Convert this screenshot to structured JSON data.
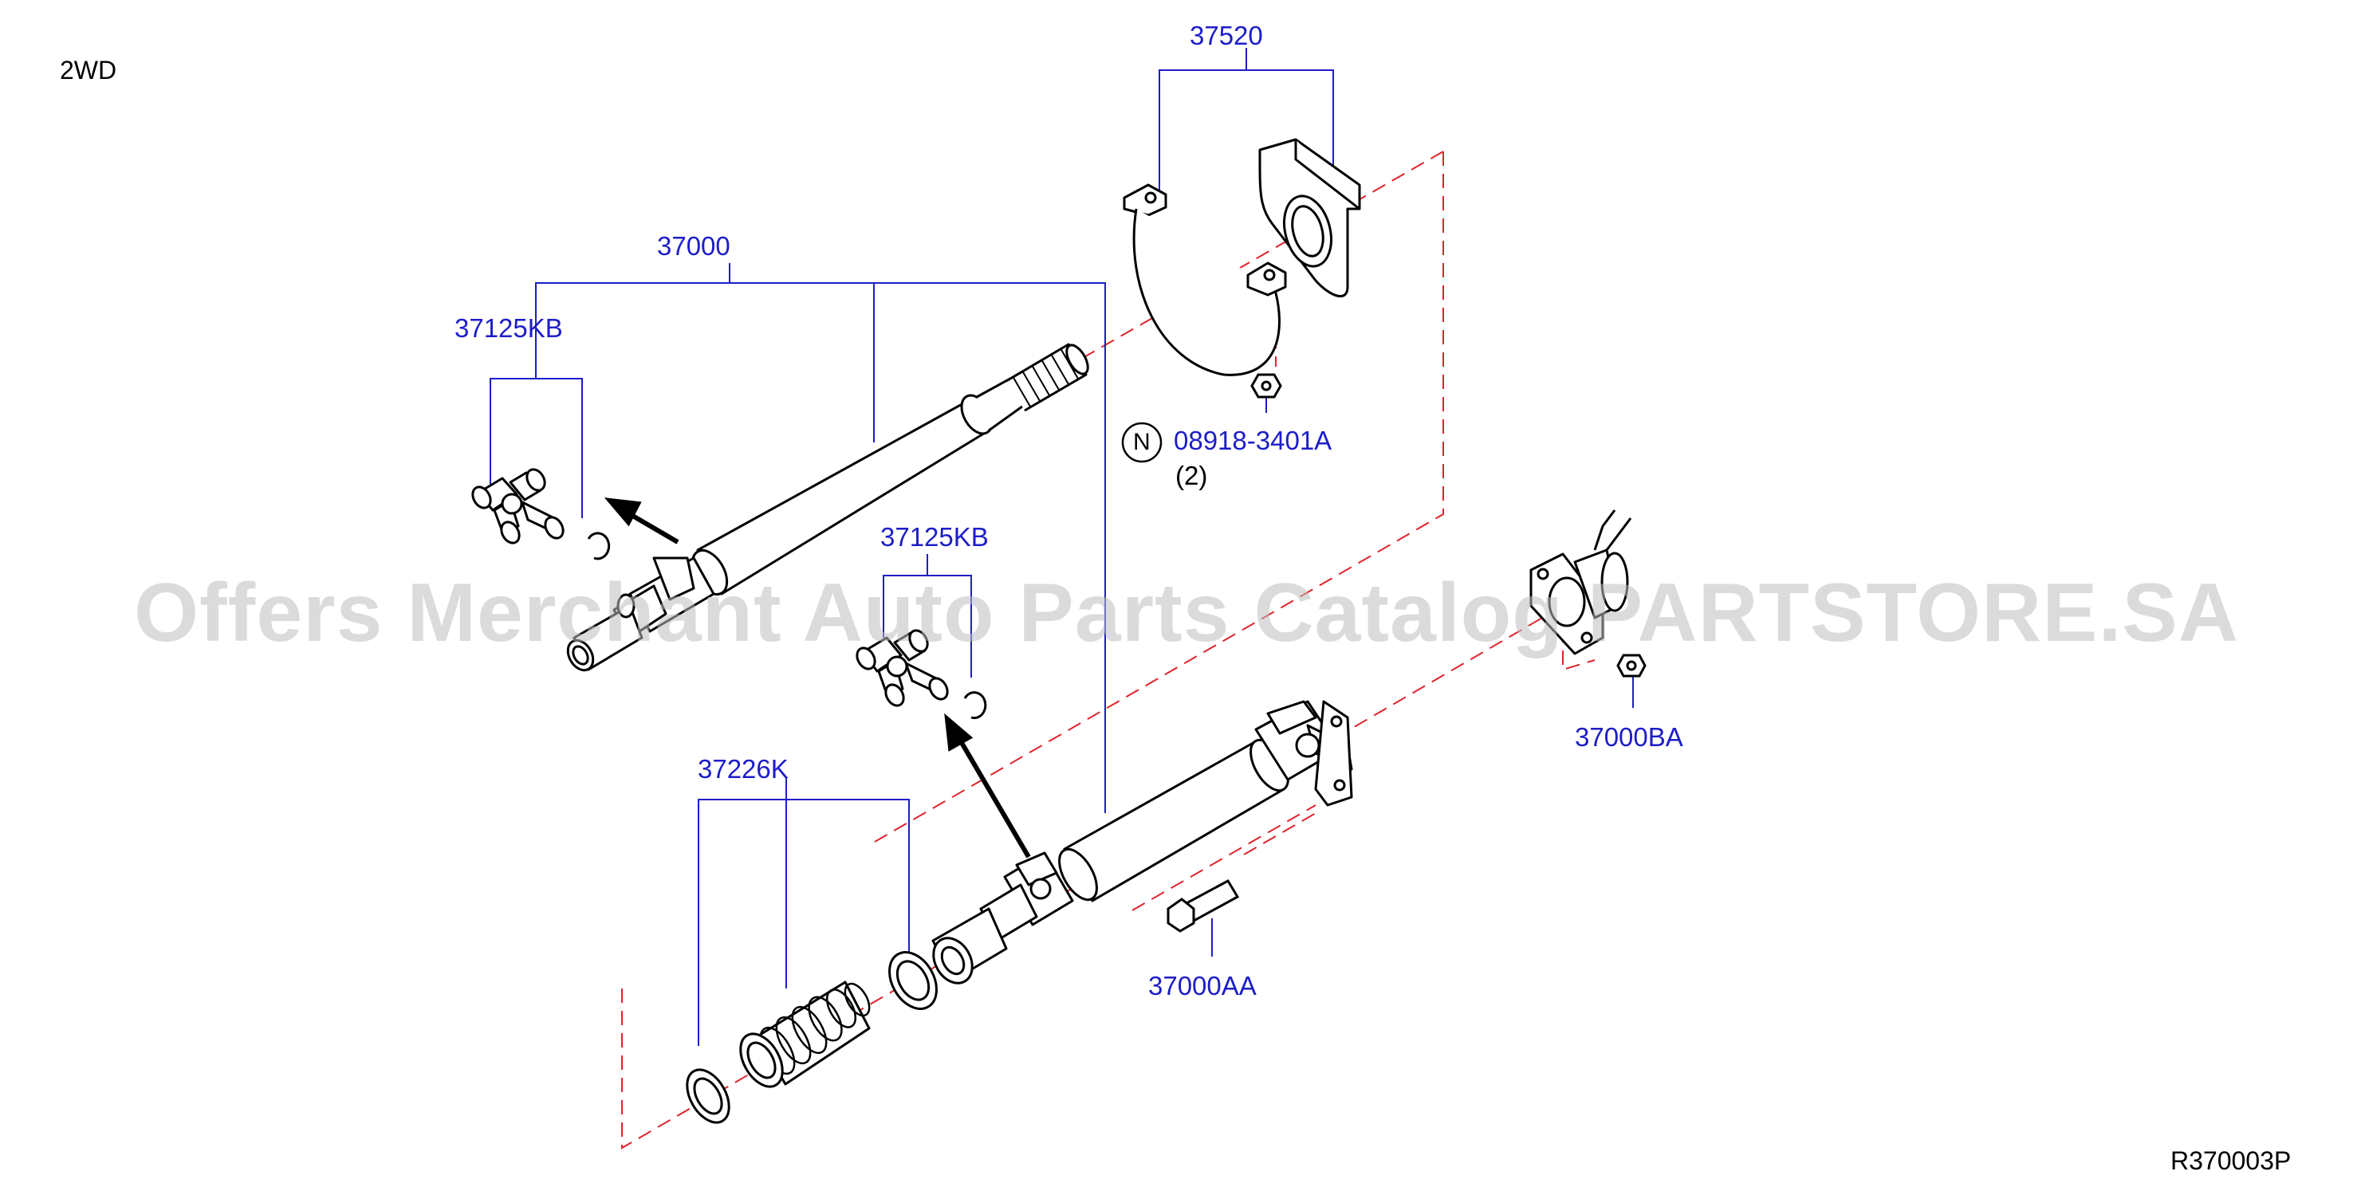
{
  "header": {
    "variant": "2WD"
  },
  "footer": {
    "code": "R370003P"
  },
  "watermark": "Offers Merchant Auto Parts Catalog PARTSTORE.SA",
  "labels": {
    "center_bearing": "37520",
    "propeller_shaft": "37000",
    "journal_kit_upper": "37125KB",
    "journal_kit_lower": "37125KB",
    "nut_part": "08918-3401A",
    "nut_qty": "(2)",
    "nut_symbol": "N",
    "flange_nut": "37000BA",
    "boot_kit": "37226K",
    "bolt": "37000AA"
  },
  "colors": {
    "part_number": "#1d1dc8",
    "callout_line": "#1d1dc8",
    "dash_line": "#e0232a",
    "drawing": "#000000"
  }
}
